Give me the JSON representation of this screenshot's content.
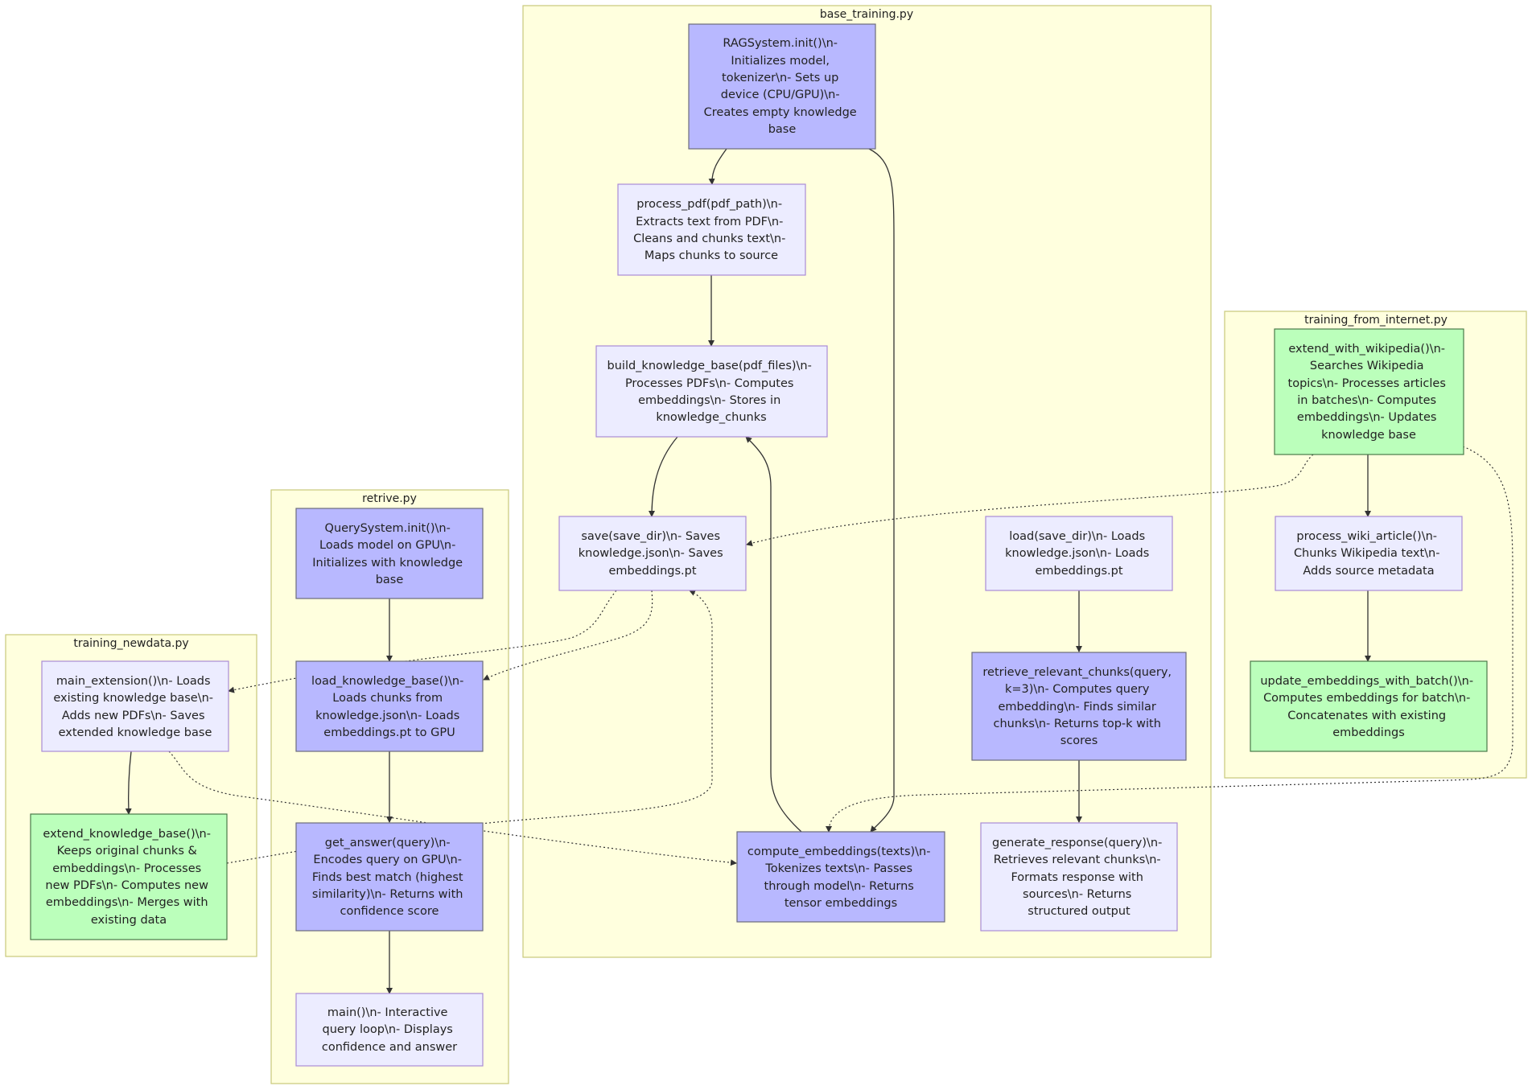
{
  "clusters": {
    "base_training": "base_training.py",
    "training_from_internet": "training_from_internet.py",
    "retrive": "retrive.py",
    "training_newdata": "training_newdata.py"
  },
  "nodes": {
    "rag_init": [
      "RAGSystem.init()\\n-",
      "Initializes model,",
      "tokenizer\\n- Sets up",
      "device (CPU/GPU)\\n-",
      "Creates empty knowledge",
      "base"
    ],
    "process_pdf": [
      "process_pdf(pdf_path)\\n-",
      "Extracts text from PDF\\n-",
      "Cleans and chunks text\\n-",
      "Maps chunks to source"
    ],
    "build_kb": [
      "build_knowledge_base(pdf_files)\\n-",
      "Processes PDFs\\n- Computes",
      "embeddings\\n- Stores in",
      "knowledge_chunks"
    ],
    "save": [
      "save(save_dir)\\n- Saves",
      "knowledge.json\\n- Saves",
      "embeddings.pt"
    ],
    "load": [
      "load(save_dir)\\n- Loads",
      "knowledge.json\\n- Loads",
      "embeddings.pt"
    ],
    "retrieve_chunks": [
      "retrieve_relevant_chunks(query,",
      "k=3)\\n- Computes query",
      "embedding\\n- Finds similar",
      "chunks\\n- Returns top-k with",
      "scores"
    ],
    "compute_emb": [
      "compute_embeddings(texts)\\n-",
      "Tokenizes texts\\n- Passes",
      "through model\\n- Returns",
      "tensor embeddings"
    ],
    "generate_resp": [
      "generate_response(query)\\n-",
      "Retrieves relevant chunks\\n-",
      "Formats response with",
      "sources\\n- Returns",
      "structured output"
    ],
    "extend_wiki": [
      "extend_with_wikipedia()\\n-",
      "Searches Wikipedia",
      "topics\\n- Processes articles",
      "in batches\\n- Computes",
      "embeddings\\n- Updates",
      "knowledge base"
    ],
    "process_wiki": [
      "process_wiki_article()\\n-",
      "Chunks Wikipedia text\\n-",
      "Adds source metadata"
    ],
    "update_emb_batch": [
      "update_embeddings_with_batch()\\n-",
      "Computes embeddings for batch\\n-",
      "Concatenates with existing",
      "embeddings"
    ],
    "query_init": [
      "QuerySystem.init()\\n-",
      "Loads model on GPU\\n-",
      "Initializes with knowledge",
      "base"
    ],
    "load_kb": [
      "load_knowledge_base()\\n-",
      "Loads chunks from",
      "knowledge.json\\n- Loads",
      "embeddings.pt to GPU"
    ],
    "get_answer": [
      "get_answer(query)\\n-",
      "Encodes query on GPU\\n-",
      "Finds best match (highest",
      "similarity)\\n- Returns with",
      "confidence score"
    ],
    "main_query": [
      "main()\\n- Interactive",
      "query loop\\n- Displays",
      "confidence and answer"
    ],
    "main_ext": [
      "main_extension()\\n- Loads",
      "existing knowledge base\\n-",
      "Adds new PDFs\\n- Saves",
      "extended knowledge base"
    ],
    "extend_kb": [
      "extend_knowledge_base()\\n-",
      "Keeps original chunks &",
      "embeddings\\n- Processes",
      "new PDFs\\n- Computes new",
      "embeddings\\n- Merges with",
      "existing data"
    ]
  },
  "colors": {
    "cluster_fill": "#ffffde",
    "node_dark": "#b8b8ff",
    "node_light": "#ececff",
    "node_green": "#bbffbb",
    "edge": "#333333"
  }
}
